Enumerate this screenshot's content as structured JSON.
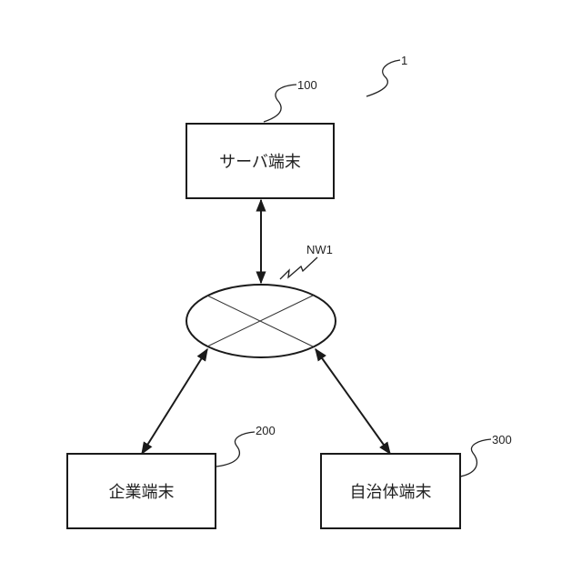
{
  "diagram": {
    "system_ref": "1",
    "network": {
      "ref": "NW1"
    },
    "server": {
      "ref": "100",
      "label": "サーバ端末"
    },
    "company": {
      "ref": "200",
      "label": "企業端末"
    },
    "municipality": {
      "ref": "300",
      "label": "自治体端末"
    }
  }
}
